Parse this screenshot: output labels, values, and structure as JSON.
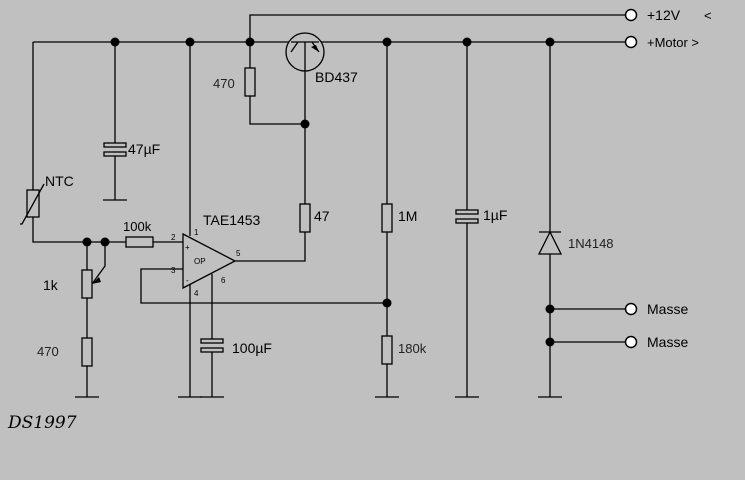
{
  "terminals": {
    "plus12v": "+12V",
    "plus12v_arrow": "<",
    "motor": "+Motor >",
    "masse1": "Masse",
    "masse2": "Masse"
  },
  "components": {
    "transistor": "BD437",
    "r_base": "470",
    "c_top": "47µF",
    "ntc": "NTC",
    "opamp": "TAE1453",
    "opamp_symbol": "OP",
    "r_input": "100k",
    "r_out": "47",
    "r_1m": "1M",
    "c_1uf": "1µF",
    "diode": "1N4148",
    "pot": "1k",
    "r_bottom": "470",
    "c_100uf": "100µF",
    "r_180k": "180k"
  },
  "pins": {
    "p1": "1",
    "p2": "2",
    "p3": "3",
    "p4": "4",
    "p5": "5",
    "p6": "6",
    "plus": "+",
    "minus": "-"
  },
  "signature": "DS1997"
}
